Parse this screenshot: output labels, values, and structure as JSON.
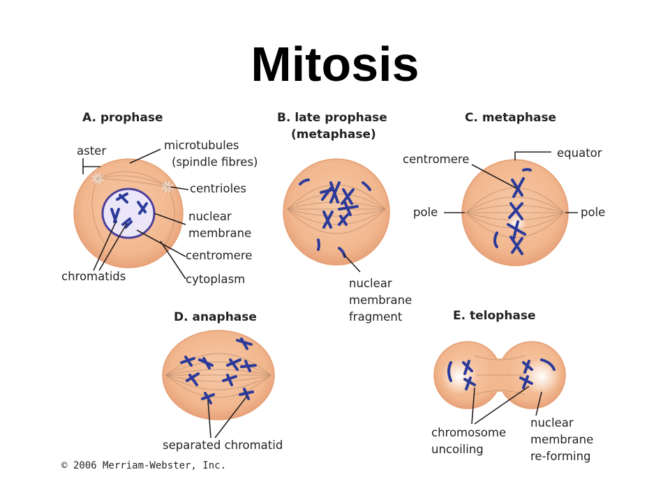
{
  "title": "Mitosis",
  "copyright": "© 2006 Merriam-Webster, Inc.",
  "colors": {
    "cell_fill": "#f2b88f",
    "cell_edge": "#e59f74",
    "chromosome": "#2b3a9a",
    "nucleus": "#ebe6f8",
    "nucleus_edge": "#4b3f9a"
  },
  "stages": {
    "prophase": {
      "heading": "A. prophase",
      "labels": {
        "aster": "aster",
        "microtubules_1": "microtubules",
        "microtubules_2": "(spindle fibres)",
        "centrioles": "centrioles",
        "nuclear_1": "nuclear",
        "nuclear_2": "membrane",
        "centromere": "centromere",
        "chromatids": "chromatids",
        "cytoplasm": "cytoplasm"
      }
    },
    "late_prophase": {
      "heading_1": "B. late prophase",
      "heading_2": "(metaphase)",
      "labels": {
        "fragment_1": "nuclear",
        "fragment_2": "membrane",
        "fragment_3": "fragment"
      }
    },
    "metaphase": {
      "heading": "C. metaphase",
      "labels": {
        "centromere": "centromere",
        "equator": "equator",
        "pole_left": "pole",
        "pole_right": "pole"
      }
    },
    "anaphase": {
      "heading": "D. anaphase",
      "labels": {
        "separated": "separated chromatid"
      }
    },
    "telophase": {
      "heading": "E. telophase",
      "labels": {
        "uncoiling_1": "chromosome",
        "uncoiling_2": "uncoiling",
        "reforming_1": "nuclear",
        "reforming_2": "membrane",
        "reforming_3": "re-forming"
      }
    }
  }
}
